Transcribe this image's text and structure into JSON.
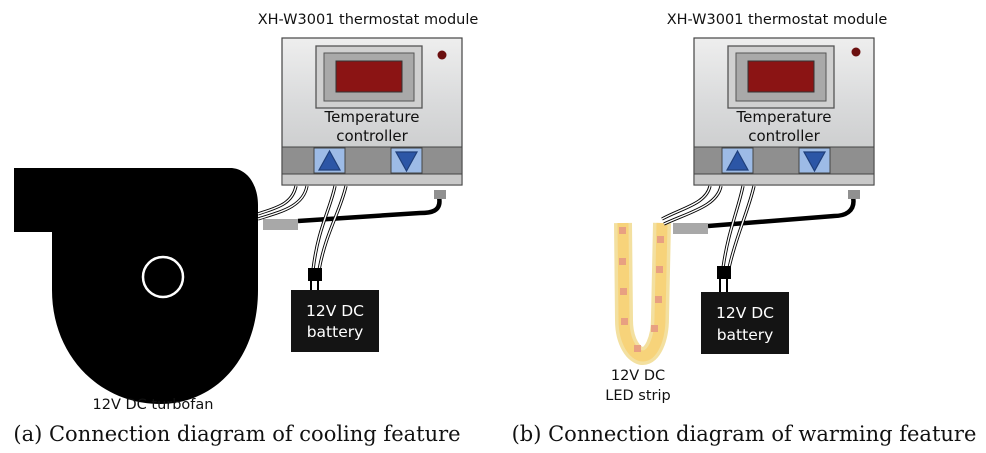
{
  "panels": [
    {
      "module_title": "XH-W3001 thermostat module",
      "controller_line1": "Temperature",
      "controller_line2": "controller",
      "battery_line1": "12V DC",
      "battery_line2": "battery",
      "load_line1": "12V DC turbofan",
      "caption": "(a) Connection diagram of cooling feature"
    },
    {
      "module_title": "XH-W3001 thermostat module",
      "controller_line1": "Temperature",
      "controller_line2": "controller",
      "battery_line1": "12V DC",
      "battery_line2": "battery",
      "load_line1": "12V DC",
      "load_line2": "LED strip",
      "caption": "(b) Connection diagram of warming feature"
    }
  ],
  "colors": {
    "module_body": "#d4d5d6",
    "display": "#8b1414",
    "button_bar": "#8f8f8f",
    "button_blue": "#9dbbe6",
    "arrow_dark": "#1f3f7a",
    "indicator_led": "#6b0f0f",
    "battery": "#141414",
    "fan": "#000000",
    "led_strip": "#f7d37a",
    "led_dot": "#e8a081"
  }
}
